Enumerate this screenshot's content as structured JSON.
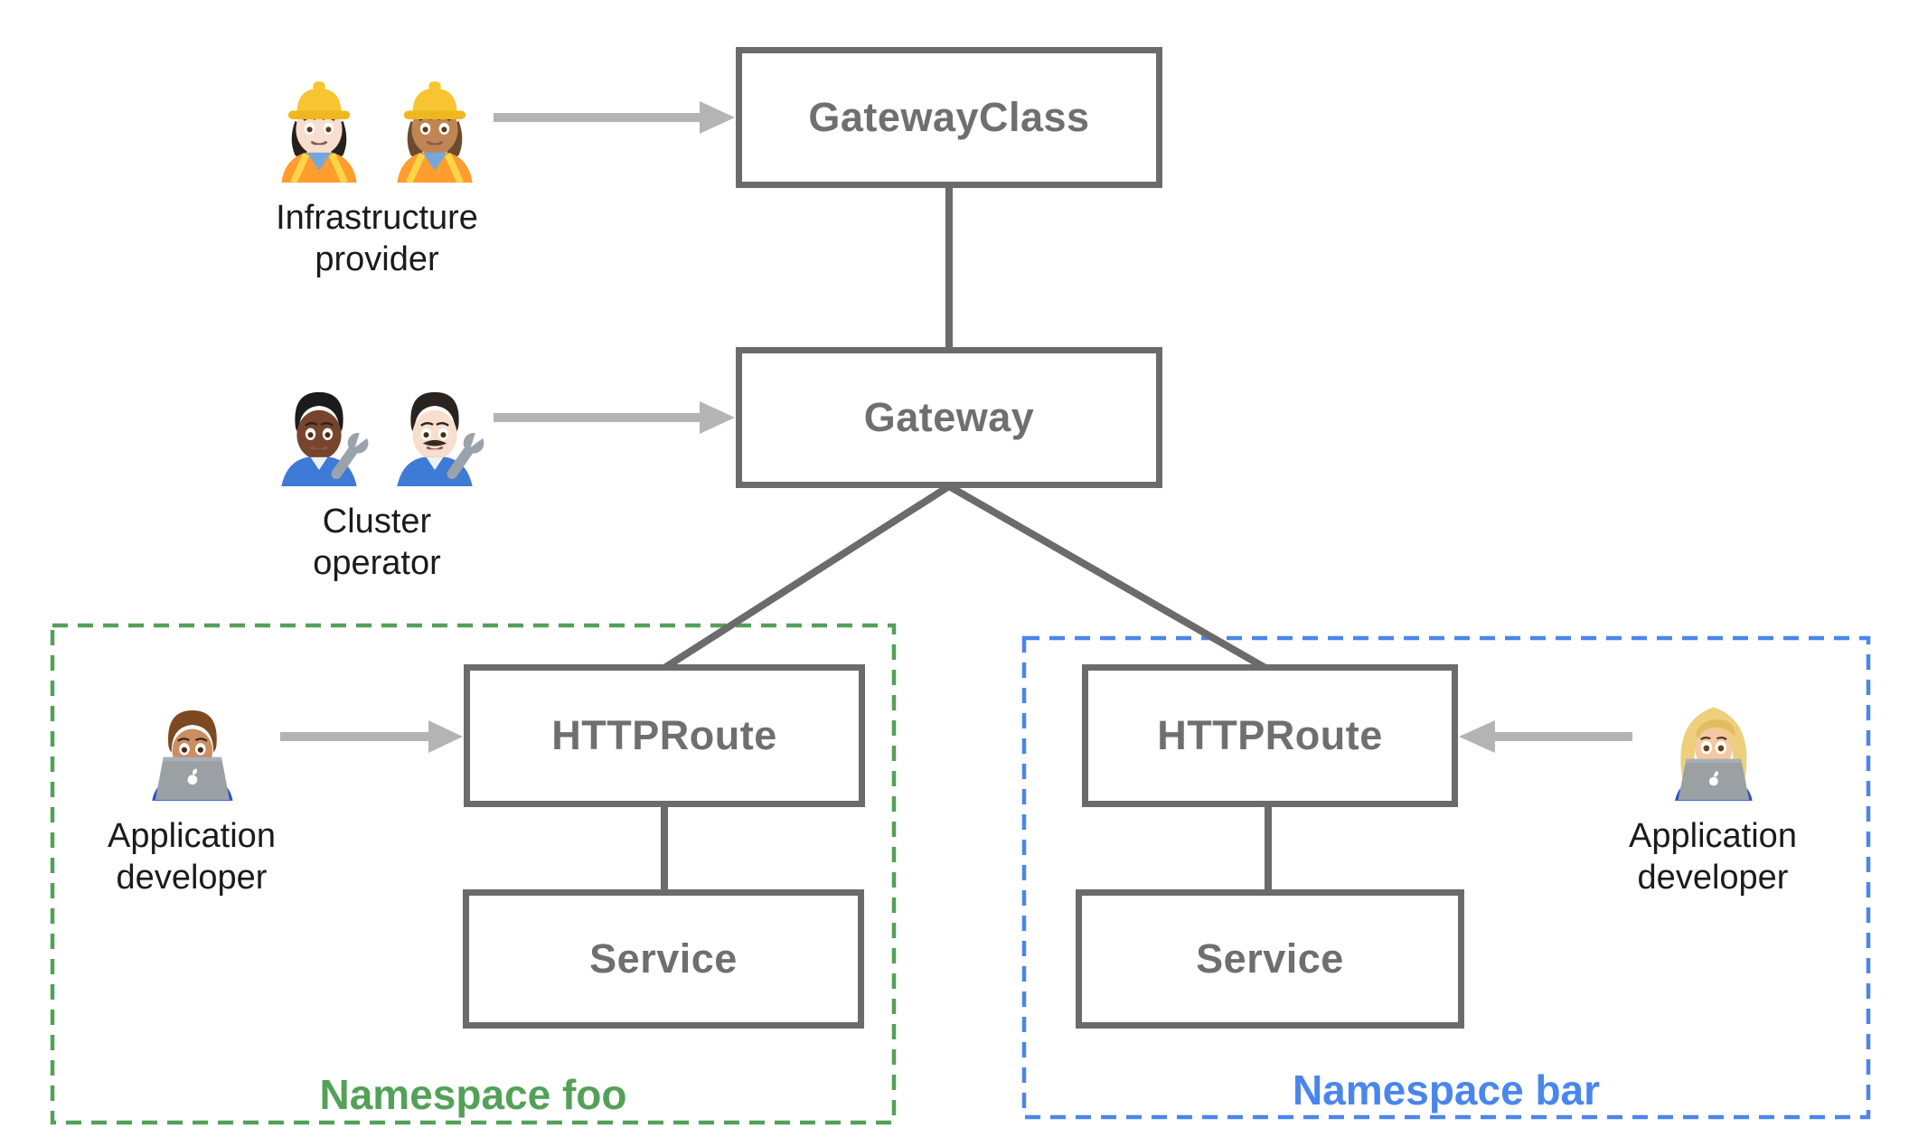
{
  "colors": {
    "background": "#ffffff",
    "box_border": "#6b6b6b",
    "box_text": "#6f6f6f",
    "arrow": "#b4b4b4",
    "ns_foo": "#53a158",
    "ns_bar": "#4a86ec",
    "persona_text": "#1b1b1b"
  },
  "nodes": {
    "gatewayclass": {
      "label": "GatewayClass"
    },
    "gateway": {
      "label": "Gateway"
    },
    "httproute_foo": {
      "label": "HTTPRoute"
    },
    "service_foo": {
      "label": "Service"
    },
    "httproute_bar": {
      "label": "HTTPRoute"
    },
    "service_bar": {
      "label": "Service"
    }
  },
  "namespaces": {
    "foo": {
      "label": "Namespace foo"
    },
    "bar": {
      "label": "Namespace bar"
    }
  },
  "personas": {
    "infrastructure_provider": {
      "label": "Infrastructure\nprovider",
      "icons": [
        "woman-construction-worker-light-skin-icon",
        "woman-construction-worker-medium-skin-icon"
      ]
    },
    "cluster_operator": {
      "label": "Cluster\noperator",
      "icons": [
        "mechanic-dark-skin-icon",
        "man-mechanic-light-skin-icon"
      ]
    },
    "application_developer_foo": {
      "label": "Application\ndeveloper",
      "icons": [
        "man-technologist-icon"
      ]
    },
    "application_developer_bar": {
      "label": "Application\ndeveloper",
      "icons": [
        "woman-technologist-icon"
      ]
    }
  }
}
